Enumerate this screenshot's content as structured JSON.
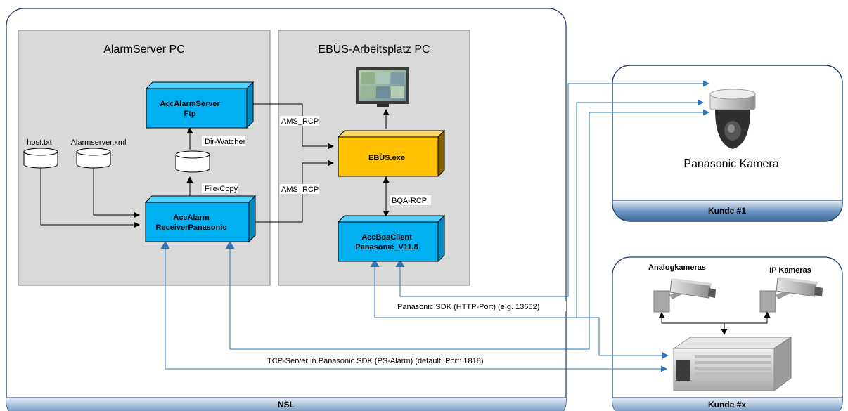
{
  "regions": {
    "nsl": "NSL",
    "kunde1": "Kunde #1",
    "kundex": "Kunde #x",
    "alarmserver_pc": "AlarmServer PC",
    "ebues_pc": "EBÜS-Arbeitsplatz PC"
  },
  "boxes": {
    "accalarmserver": [
      "AccAlarmServer",
      "Ftp"
    ],
    "accalarm_receiver": [
      "AccAlarm",
      "ReceiverPanasonic"
    ],
    "ebues_exe": "EBÜS.exe",
    "accbqaclient": [
      "AccBqaClient",
      "Panasonic_V11.8"
    ]
  },
  "datastores": {
    "host": "host.txt",
    "alarmserver_xml": "Alarmserver.xml"
  },
  "edge_labels": {
    "dir_watcher": "Dir-Watcher",
    "file_copy": "File-Copy",
    "ams_rcp_top": "AMS_RCP",
    "ams_rcp_bottom": "AMS_RCP",
    "bqa_rcp": "BQA-RCP",
    "sdk_http": "Panasonic SDK (HTTP-Port) (e.g. 13652)",
    "tcp_server": "TCP-Server in Panasonic SDK (PS-Alarm) (default: Port: 1818)"
  },
  "devices": {
    "panasonic_kamera": "Panasonic Kamera",
    "analogkameras": "Analogkameras",
    "ip_kameras": "IP Kameras"
  },
  "colors": {
    "region_bg": "#d9d9d9",
    "component_cyan": "#00b0f0",
    "component_orange": "#ffc000",
    "blue_line": "#2e75b6",
    "footer_blue": "#4f7fb0"
  }
}
